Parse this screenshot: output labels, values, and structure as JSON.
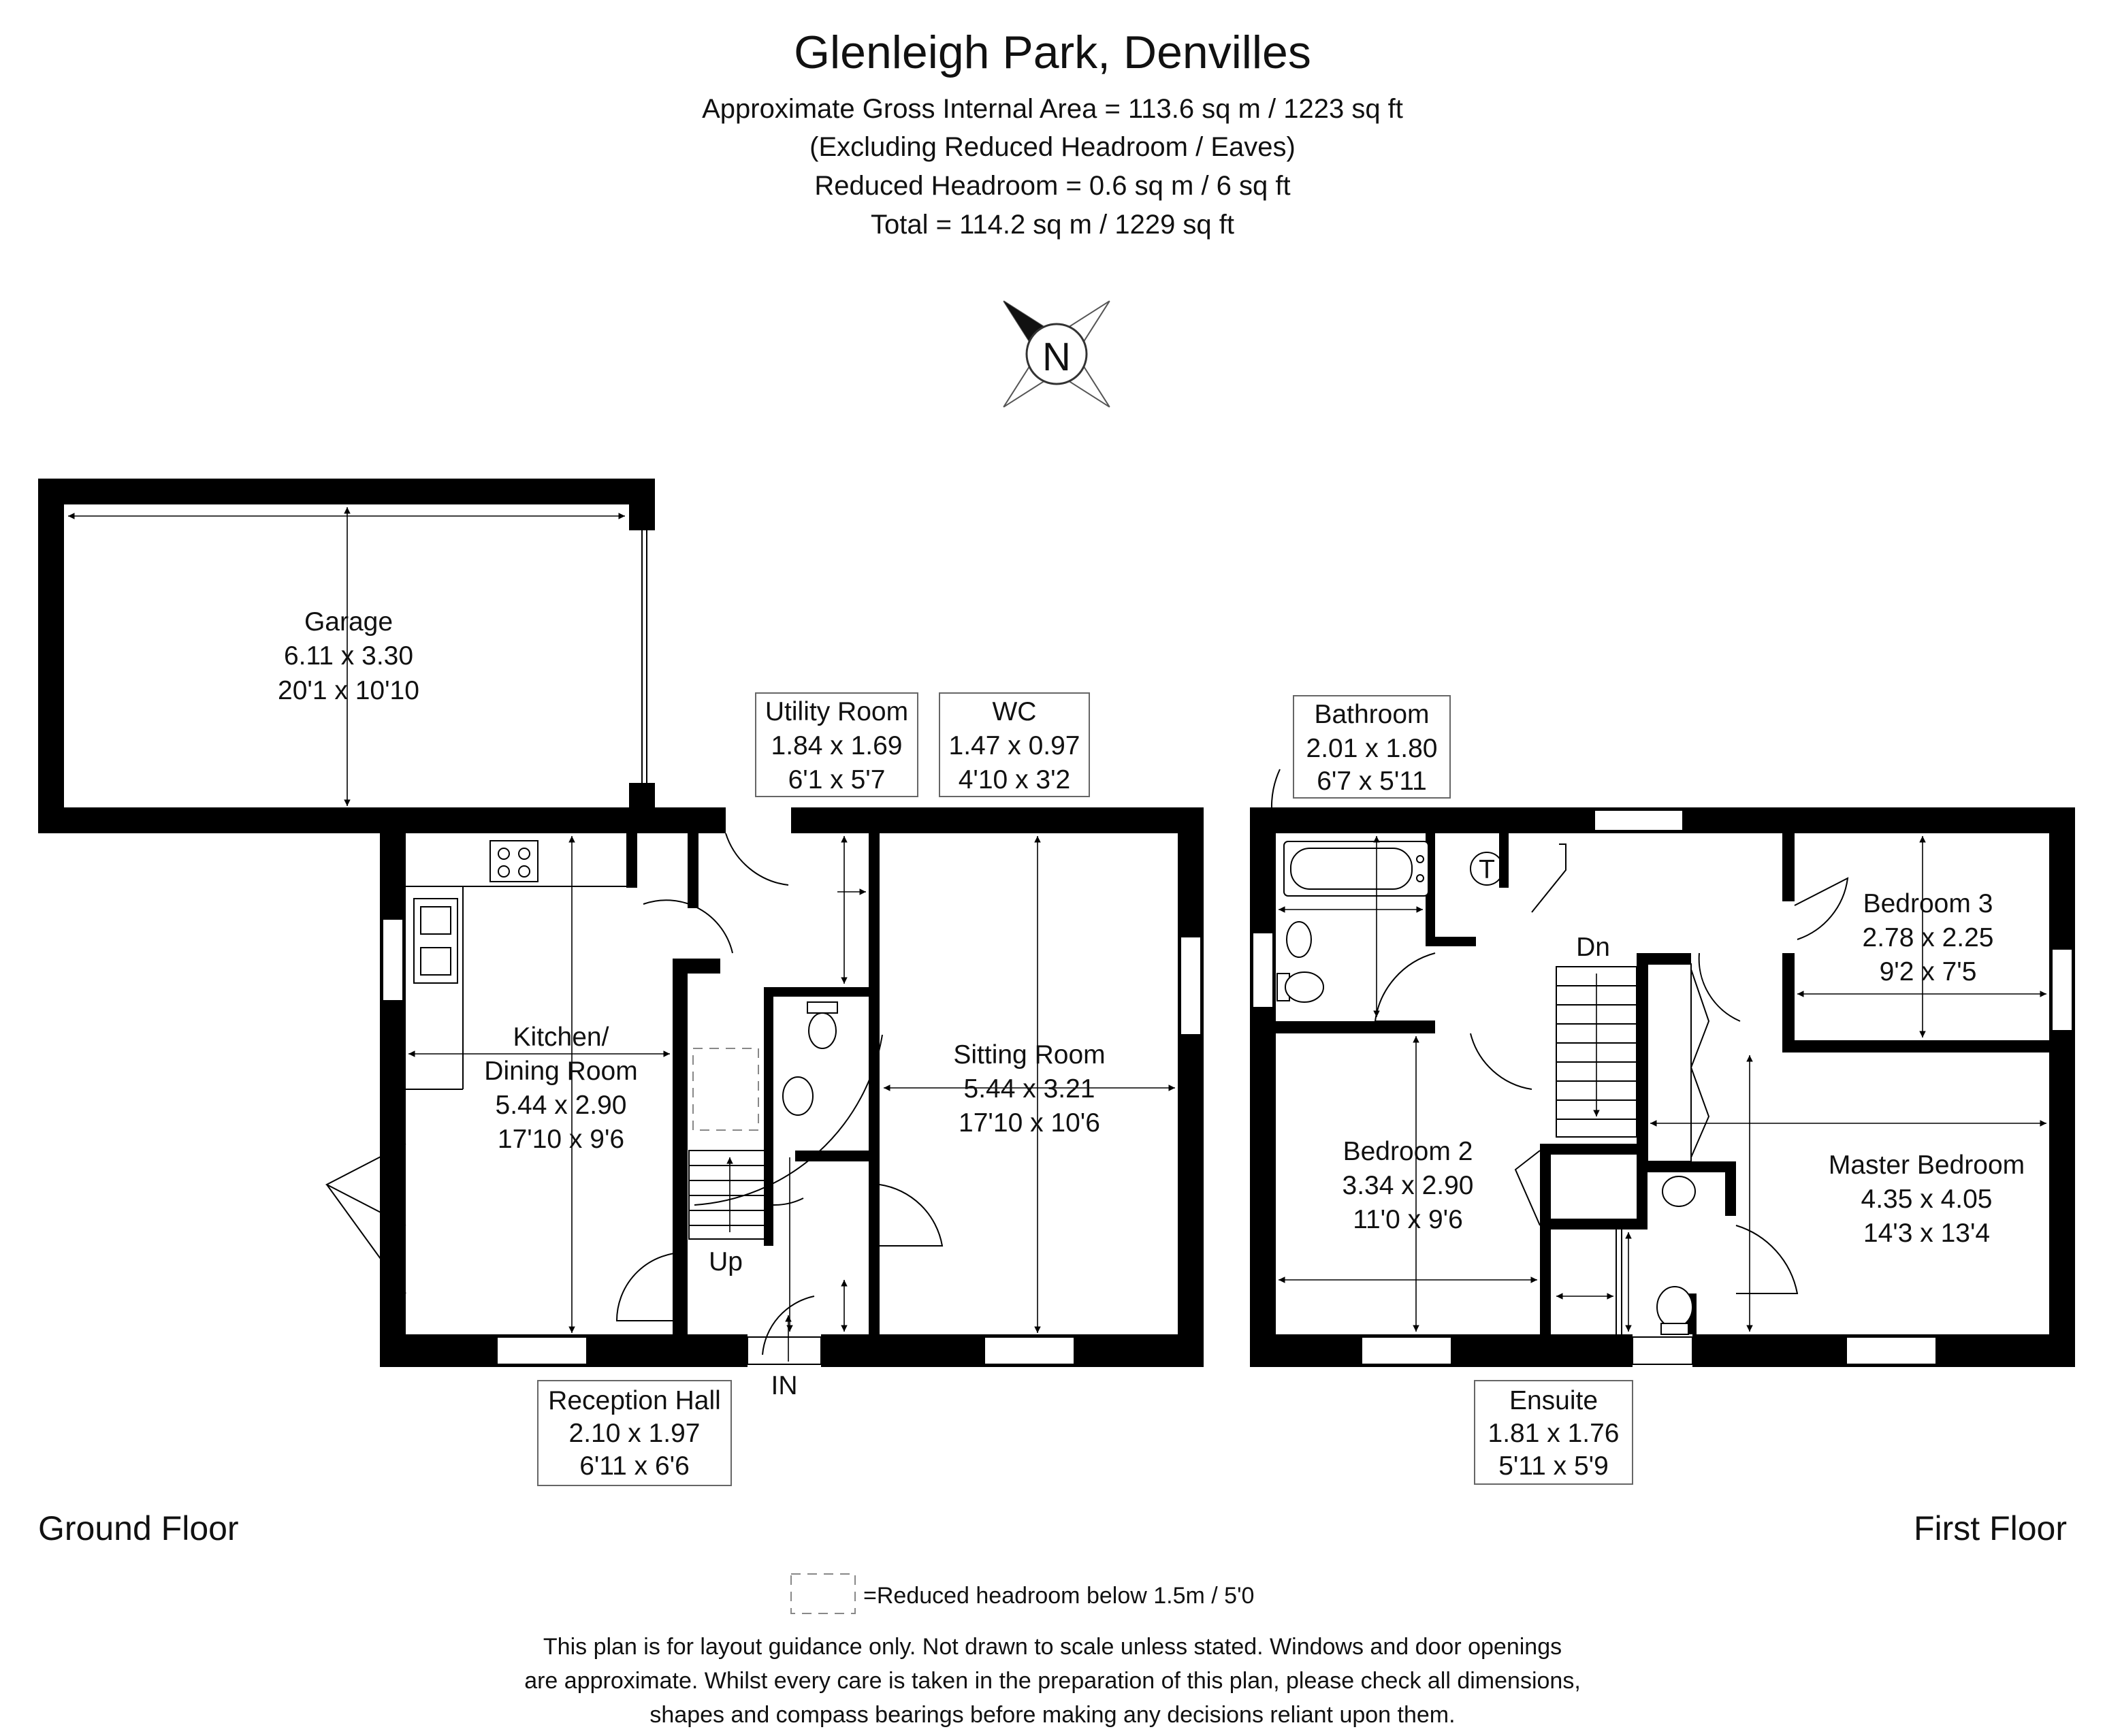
{
  "header": {
    "title": "Glenleigh Park, Denvilles",
    "lines": [
      "Approximate Gross Internal Area = 113.6 sq m / 1223 sq ft",
      "(Excluding Reduced Headroom / Eaves)",
      "Reduced Headroom = 0.6 sq m / 6 sq ft",
      "Total = 114.2 sq m / 1229 sq ft"
    ]
  },
  "compass": {
    "label": "N",
    "icon": "compass-icon"
  },
  "ground_floor": {
    "label": "Ground Floor",
    "rooms": {
      "garage": {
        "name": "Garage",
        "metric": "6.11 x 3.30",
        "imperial": "20'1 x 10'10"
      },
      "utility": {
        "name": "Utility Room",
        "metric": "1.84 x 1.69",
        "imperial": "6'1 x 5'7"
      },
      "wc": {
        "name": "WC",
        "metric": "1.47 x 0.97",
        "imperial": "4'10 x 3'2"
      },
      "kitchen": {
        "name_line1": "Kitchen/",
        "name_line2": "Dining Room",
        "metric": "5.44 x 2.90",
        "imperial": "17'10 x 9'6"
      },
      "sitting": {
        "name": "Sitting Room",
        "metric": "5.44 x 3.21",
        "imperial": "17'10 x 10'6"
      },
      "reception": {
        "name": "Reception Hall",
        "metric": "2.10 x 1.97",
        "imperial": "6'11 x 6'6"
      }
    },
    "stairs_label": "Up",
    "entrance_label": "IN"
  },
  "first_floor": {
    "label": "First Floor",
    "rooms": {
      "bathroom": {
        "name": "Bathroom",
        "metric": "2.01 x 1.80",
        "imperial": "6'7 x 5'11"
      },
      "bedroom3": {
        "name": "Bedroom 3",
        "metric": "2.78 x 2.25",
        "imperial": "9'2 x 7'5"
      },
      "bedroom2": {
        "name": "Bedroom 2",
        "metric": "3.34 x 2.90",
        "imperial": "11'0 x 9'6"
      },
      "master": {
        "name": "Master Bedroom",
        "metric": "4.35 x 4.05",
        "imperial": "14'3 x 13'4"
      },
      "ensuite": {
        "name": "Ensuite",
        "metric": "1.81 x 1.76",
        "imperial": "5'11 x 5'9"
      }
    },
    "stairs_label": "Dn",
    "tank_label": "T"
  },
  "legend": {
    "text": "=Reduced headroom below 1.5m / 5'0"
  },
  "disclaimer": [
    "This plan is for layout guidance only. Not drawn to scale unless stated. Windows and door openings",
    "are approximate. Whilst every care is taken in the preparation of this plan, please check all dimensions,",
    "shapes and compass bearings before making any decisions reliant upon them."
  ]
}
